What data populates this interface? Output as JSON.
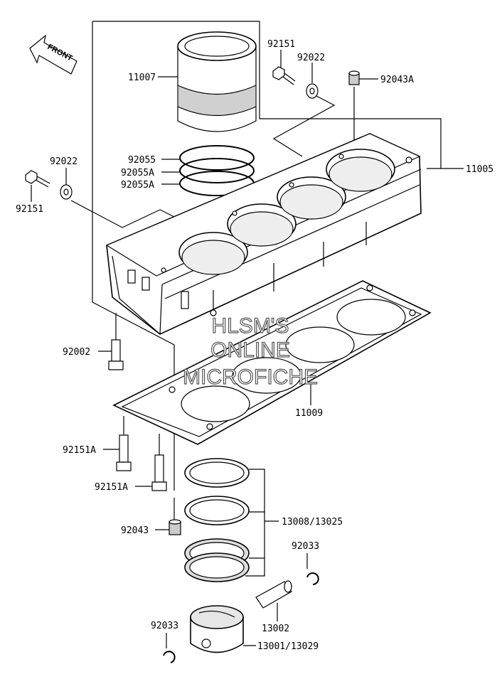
{
  "front_label": "FRONT",
  "watermark": [
    "HLSM'S",
    "ONLINE",
    "MICROFICHE"
  ],
  "callouts": {
    "c92151_top": "92151",
    "c92022_top": "92022",
    "c92043A": "92043A",
    "c11007": "11007",
    "c11005": "11005",
    "c92022_left": "92022",
    "c92151_left": "92151",
    "c92055": "92055",
    "c92055A_1": "92055A",
    "c92055A_2": "92055A",
    "c92002": "92002",
    "c11009": "11009",
    "c92151A_1": "92151A",
    "c92151A_2": "92151A",
    "c92043": "92043",
    "c13008": "13008/13025",
    "c92033_right": "92033",
    "c13002": "13002",
    "c92033_left": "92033",
    "c13001": "13001/13029"
  }
}
